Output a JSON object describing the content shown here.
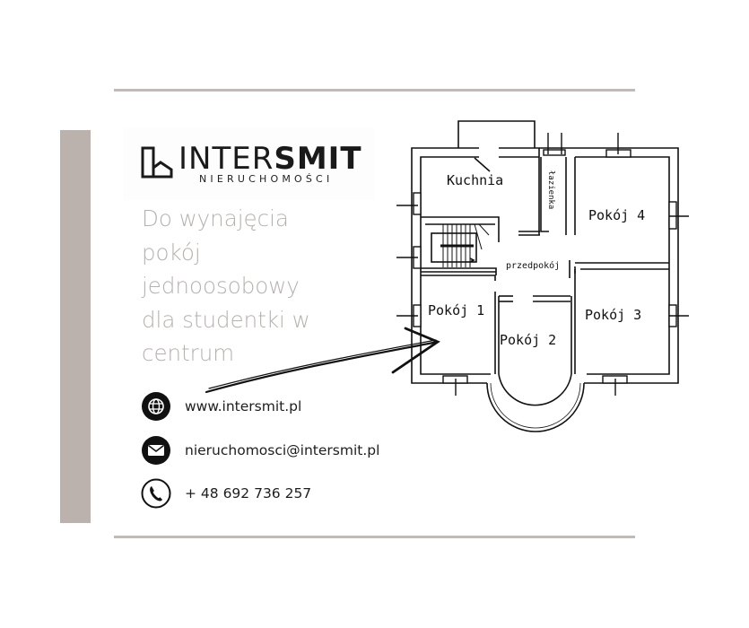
{
  "brand": {
    "name_light": "INTER",
    "name_bold": "SMIT",
    "subtitle": "NIERUCHOMOŚCI"
  },
  "headline": {
    "lines": [
      " Do wynajęcia",
      "pokój",
      "jednoosobowy",
      "dla studentki w",
      "centrum"
    ]
  },
  "contacts": [
    {
      "icon": "globe-icon",
      "text": "www.intersmit.pl"
    },
    {
      "icon": "envelope-icon",
      "text": "nieruchomosci@intersmit.pl"
    },
    {
      "icon": "phone-icon",
      "text": "+ 48  692  736  257"
    }
  ],
  "floor_plan": {
    "rooms": {
      "kitchen": "Kuchnia",
      "bathroom": "łazienka",
      "hallway": "przedpokój",
      "room1": "Pokój 1",
      "room2": "Pokój 2",
      "room3": "Pokój 3",
      "room4": "Pokój 4"
    }
  },
  "colors": {
    "accent_bar": "#bcb2ad",
    "rule_lines": "#c3bab5",
    "headline_text": "#b6b1ae",
    "ink": "#111111"
  }
}
